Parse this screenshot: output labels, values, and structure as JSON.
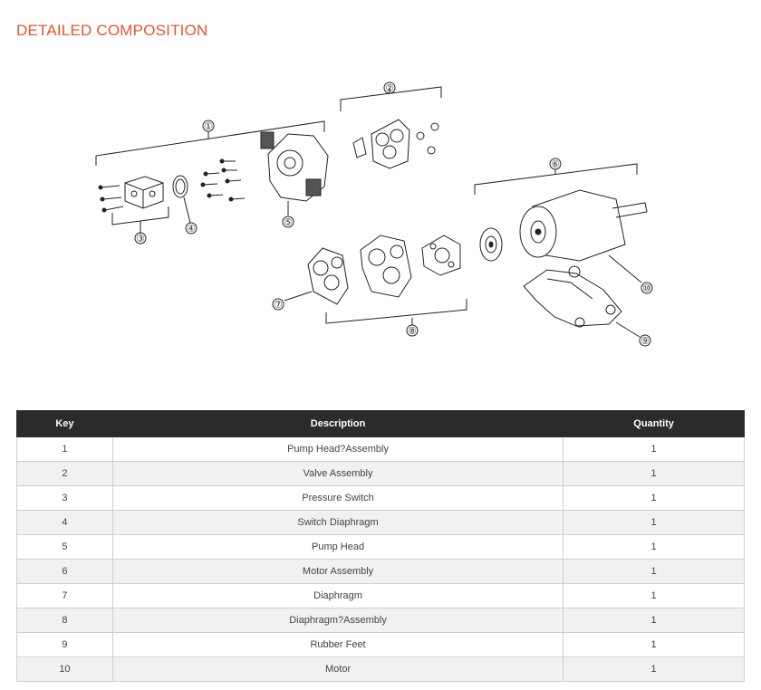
{
  "heading": "DETAILED COMPOSITION",
  "diagram": {
    "callouts": [
      "①",
      "②",
      "③",
      "④",
      "⑤",
      "⑥",
      "⑦",
      "⑧",
      "⑨",
      "⑩"
    ]
  },
  "table": {
    "headers": [
      "Key",
      "Description",
      "Quantity"
    ],
    "rows": [
      {
        "key": "1",
        "description": "Pump Head?Assembly",
        "quantity": "1"
      },
      {
        "key": "2",
        "description": "Valve Assembly",
        "quantity": "1"
      },
      {
        "key": "3",
        "description": "Pressure Switch",
        "quantity": "1"
      },
      {
        "key": "4",
        "description": "Switch Diaphragm",
        "quantity": "1"
      },
      {
        "key": "5",
        "description": "Pump Head",
        "quantity": "1"
      },
      {
        "key": "6",
        "description": "Motor Assembly",
        "quantity": "1"
      },
      {
        "key": "7",
        "description": "Diaphragm",
        "quantity": "1"
      },
      {
        "key": "8",
        "description": "Diaphragm?Assembly",
        "quantity": "1"
      },
      {
        "key": "9",
        "description": "Rubber Feet",
        "quantity": "1"
      },
      {
        "key": "10",
        "description": "Motor",
        "quantity": "1"
      }
    ]
  }
}
